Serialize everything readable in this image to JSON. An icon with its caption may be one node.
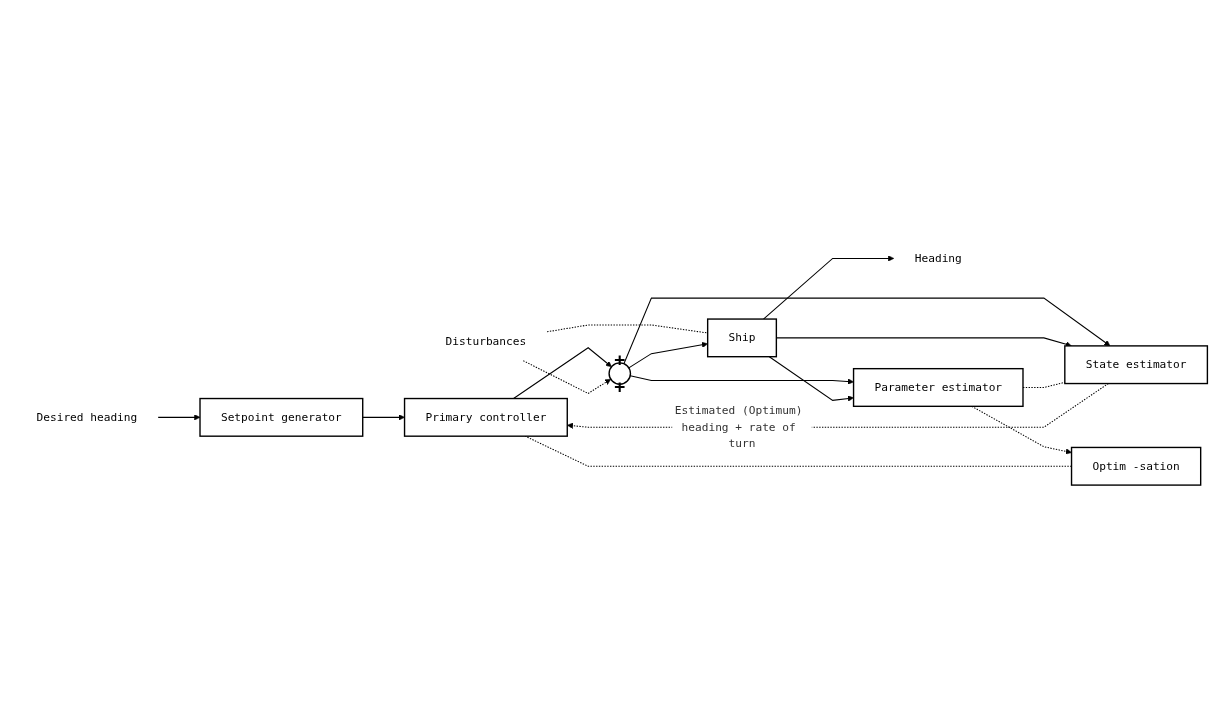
{
  "diagram": {
    "nodes": [
      {
        "text": [
          "Desired heading"
        ]
      },
      {
        "text": [
          "Setpoint generator"
        ]
      },
      {
        "text": [
          "Primary controller"
        ]
      },
      {
        "text": [
          "+",
          "+"
        ]
      },
      {
        "text": [
          "Disturbances"
        ]
      },
      {
        "text": [
          "Ship"
        ]
      },
      {
        "text": [
          "Heading"
        ]
      },
      {
        "text": [
          "Parameter estimator"
        ]
      },
      {
        "text": [
          "Optim -sation"
        ]
      },
      {
        "text": [
          "State estimator"
        ]
      }
    ],
    "edges": [
      {
        "from": 0,
        "to": 1,
        "arrow": "to"
      },
      {
        "from": 1,
        "to": 2,
        "arrow": "to"
      },
      {
        "from": 2,
        "to": 3,
        "arrow": "to"
      },
      {
        "from": 4,
        "to": 3,
        "arrow": "to",
        "style": "dashed"
      },
      {
        "from": 4,
        "to": 5,
        "arrow": "none",
        "style": "dashed"
      },
      {
        "from": 3,
        "to": 5,
        "arrow": "to"
      },
      {
        "from": 5,
        "to": 6,
        "arrow": "to"
      },
      {
        "from": 3,
        "to": 7,
        "arrow": "to"
      },
      {
        "from": 5,
        "to": 7,
        "arrow": "to"
      },
      {
        "from": 3,
        "to": 9,
        "arrow": "to"
      },
      {
        "from": 5,
        "to": 9,
        "arrow": "to"
      },
      {
        "from": 7,
        "to": 8,
        "arrow": "to",
        "style": "dashed"
      },
      {
        "from": 7,
        "to": 9,
        "arrow": "none",
        "style": "dashed"
      },
      {
        "from": 8,
        "to": 2,
        "arrow": "none",
        "style": "dashed"
      },
      {
        "from": 9,
        "to": 2,
        "arrow": "to",
        "style": "dashed",
        "label": "Estimated (Optimum) heading + rate of turn"
      }
    ]
  }
}
